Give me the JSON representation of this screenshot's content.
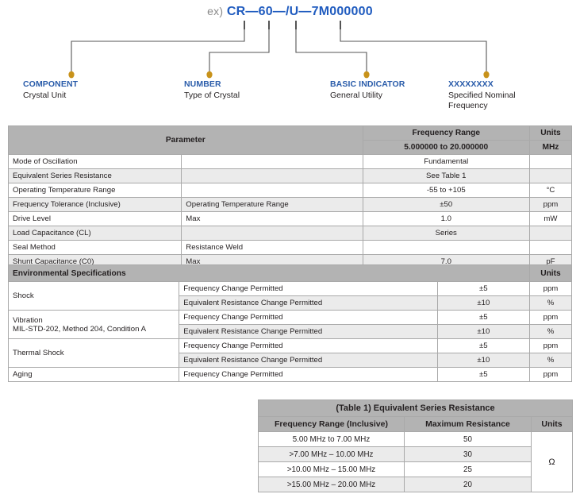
{
  "part_number": {
    "prefix": "ex)",
    "code": "CR—60—/U—7M000000"
  },
  "callouts": [
    {
      "title": "COMPONENT",
      "desc": "Crystal Unit"
    },
    {
      "title": "NUMBER",
      "desc": "Type of Crystal"
    },
    {
      "title": "BASIC INDICATOR",
      "desc": "General Utility"
    },
    {
      "title": "XXXXXXXX",
      "desc": "Specified Nominal Frequency"
    }
  ],
  "spec_table": {
    "headers": {
      "parameter": "Parameter",
      "frequency_range": "Frequency Range",
      "frequency_range_value": "5.000000 to 20.000000",
      "units": "Units",
      "units_value": "MHz"
    },
    "rows": [
      {
        "parameter": "Mode of Oscillation",
        "condition": "",
        "value": "Fundamental",
        "units": ""
      },
      {
        "parameter": "Equivalent Series Resistance",
        "condition": "",
        "value": "See Table 1",
        "units": ""
      },
      {
        "parameter": "Operating Temperature Range",
        "condition": "",
        "value": "-55 to +105",
        "units": "°C"
      },
      {
        "parameter": "Frequency Tolerance (Inclusive)",
        "condition": "Operating Temperature Range",
        "value": "±50",
        "units": "ppm"
      },
      {
        "parameter": "Drive Level",
        "condition": "Max",
        "value": "1.0",
        "units": "mW"
      },
      {
        "parameter": "Load Capacitance (CL)",
        "condition": "",
        "value": "Series",
        "units": ""
      },
      {
        "parameter": "Seal Method",
        "condition": "Resistance Weld",
        "value": "",
        "units": ""
      },
      {
        "parameter": "Shunt Capacitance (C0)",
        "condition": "Max",
        "value": "7.0",
        "units": "pF"
      }
    ]
  },
  "environmental_table": {
    "headers": {
      "title": "Environmental Specifications",
      "units": "Units"
    },
    "groups": [
      {
        "name": "Shock",
        "name_line2": "",
        "rows": [
          {
            "test": "Frequency Change Permitted",
            "value": "±5",
            "units": "ppm"
          },
          {
            "test": "Equivalent Resistance Change Permitted",
            "value": "±10",
            "units": "%"
          }
        ]
      },
      {
        "name": "Vibration",
        "name_line2": "MIL-STD-202, Method 204, Condition A",
        "rows": [
          {
            "test": "Frequency Change Permitted",
            "value": "±5",
            "units": "ppm"
          },
          {
            "test": "Equivalent Resistance Change Permitted",
            "value": "±10",
            "units": "%"
          }
        ]
      },
      {
        "name": "Thermal Shock",
        "name_line2": "",
        "rows": [
          {
            "test": "Frequency Change Permitted",
            "value": "±5",
            "units": "ppm"
          },
          {
            "test": "Equivalent Resistance Change Permitted",
            "value": "±10",
            "units": "%"
          }
        ]
      },
      {
        "name": "Aging",
        "name_line2": "",
        "rows": [
          {
            "test": "Frequency Change Permitted",
            "value": "±5",
            "units": "ppm"
          }
        ]
      }
    ]
  },
  "esr_table": {
    "title": "(Table 1) Equivalent Series Resistance",
    "headers": {
      "range": "Frequency Range (Inclusive)",
      "resistance": "Maximum Resistance",
      "units": "Units"
    },
    "units_value": "Ω",
    "rows": [
      {
        "range": "5.00 MHz to 7.00 MHz",
        "resistance": "50"
      },
      {
        "range": ">7.00 MHz – 10.00 MHz",
        "resistance": "30"
      },
      {
        "range": ">10.00 MHz – 15.00 MHz",
        "resistance": "25"
      },
      {
        "range": ">15.00 MHz – 20.00 MHz",
        "resistance": "20"
      }
    ]
  },
  "colors": {
    "accent_blue": "#2a5caa",
    "code_blue": "#1f5bbf",
    "dot_gold": "#c8921a",
    "header_gray": "#b3b3b3",
    "zebra_gray": "#ebebeb"
  }
}
